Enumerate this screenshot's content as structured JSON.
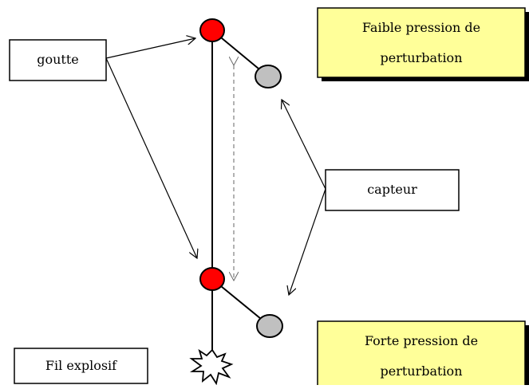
{
  "labels": {
    "goutte": "goutte",
    "capteur": "capteur",
    "fil_explosif": "Fil explosif",
    "low_pressure_line1": "Faible pression de",
    "low_pressure_line2": "perturbation",
    "high_pressure_line1": "Forte pression de",
    "high_pressure_line2": "perturbation"
  },
  "colors": {
    "drop": "#ff0000",
    "sensor": "#c0c0c0",
    "note_box": "#ffff99",
    "stroke": "#000000"
  }
}
